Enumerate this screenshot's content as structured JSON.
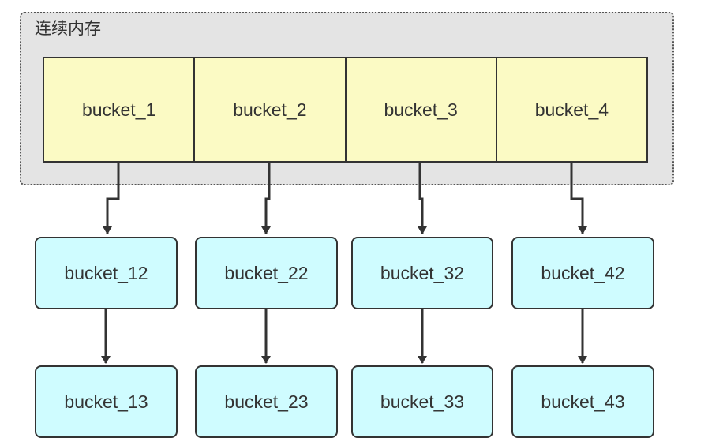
{
  "diagram": {
    "region_label": "连续内存",
    "top_buckets": [
      {
        "label": "bucket_1"
      },
      {
        "label": "bucket_2"
      },
      {
        "label": "bucket_3"
      },
      {
        "label": "bucket_4"
      }
    ],
    "chains": [
      {
        "nodes": [
          {
            "label": "bucket_12"
          },
          {
            "label": "bucket_13"
          }
        ]
      },
      {
        "nodes": [
          {
            "label": "bucket_22"
          },
          {
            "label": "bucket_23"
          }
        ]
      },
      {
        "nodes": [
          {
            "label": "bucket_32"
          },
          {
            "label": "bucket_33"
          }
        ]
      },
      {
        "nodes": [
          {
            "label": "bucket_42"
          },
          {
            "label": "bucket_43"
          }
        ]
      }
    ]
  }
}
